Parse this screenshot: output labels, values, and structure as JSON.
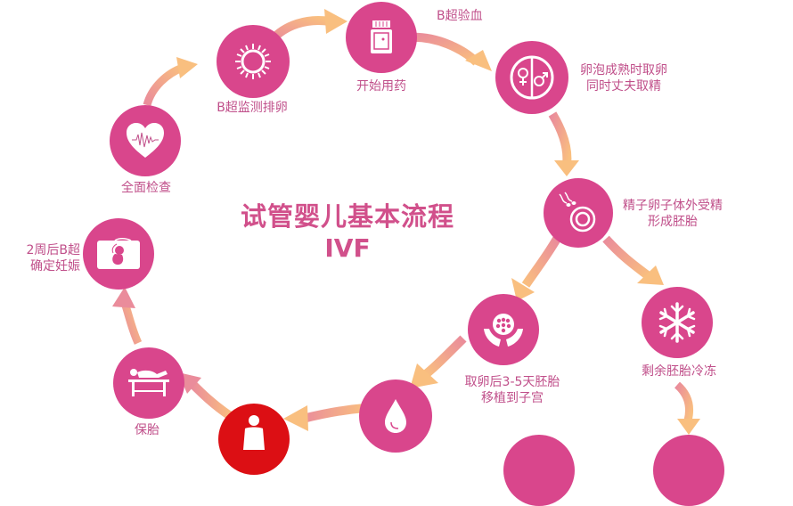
{
  "title": {
    "main": "试管婴儿基本流程",
    "sub": "IVF"
  },
  "colors": {
    "node": "#d9468c",
    "node_highlight": "#dc0f14",
    "text": "#c04f8a",
    "title": "#d1508b",
    "arrow_light": "#f9bf7f",
    "arrow_dark": "#ea8c9b"
  },
  "steps": [
    {
      "id": "full-check",
      "label": "全面检查",
      "icon": "heart-ecg-icon"
    },
    {
      "id": "ultrasound-ovulation",
      "label": "B超监测排卵",
      "icon": "sun-follicle-icon"
    },
    {
      "id": "start-medication",
      "label": "开始用药",
      "icon": "medicine-bottle-icon"
    },
    {
      "id": "ultrasound-blood",
      "label": "B超验血",
      "icon": ""
    },
    {
      "id": "egg-sperm-retrieval",
      "label_line1": "卵泡成熟时取卵",
      "label_line2": "同时丈夫取精",
      "icon": "gender-symbols-icon"
    },
    {
      "id": "fertilization",
      "label_line1": "精子卵子体外受精",
      "label_line2": "形成胚胎",
      "icon": "sperm-egg-icon"
    },
    {
      "id": "freeze-embryo",
      "label": "剩余胚胎冷冻",
      "icon": "snowflake-icon"
    },
    {
      "id": "embryo-transfer",
      "label_line1": "取卵后3-5天胚胎",
      "label_line2": "移植到子宫",
      "icon": "hands-embryo-icon"
    },
    {
      "id": "drop",
      "label": "",
      "icon": "drop-icon"
    },
    {
      "id": "woman",
      "label": "",
      "icon": "woman-icon"
    },
    {
      "id": "protect-pregnancy",
      "label": "保胎",
      "icon": "bed-rest-icon"
    },
    {
      "id": "confirm-pregnancy",
      "label_line1": "2周后B超",
      "label_line2": "确定妊娠",
      "icon": "ultrasound-fetus-icon"
    }
  ]
}
